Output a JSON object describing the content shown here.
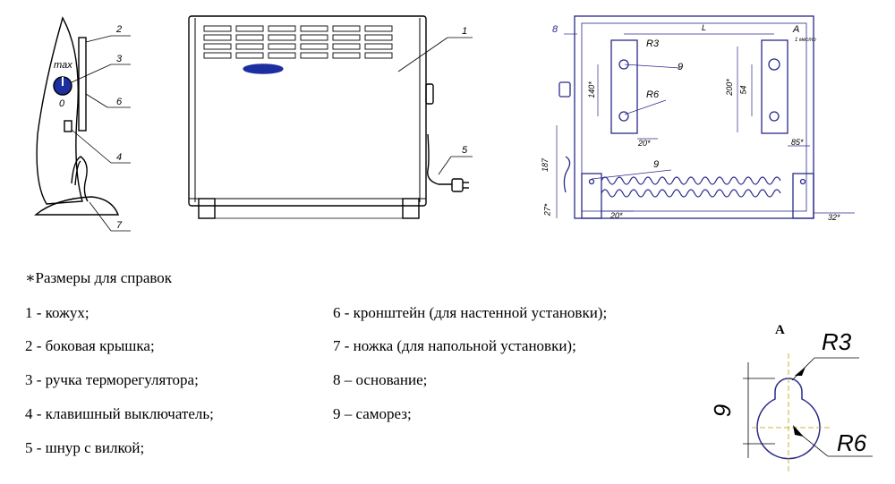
{
  "side_view": {
    "callouts": [
      "2",
      "3",
      "6",
      "4",
      "7"
    ],
    "knob_max": "max",
    "knob_zero": "0"
  },
  "front_view": {
    "callouts": [
      "1",
      "5"
    ]
  },
  "rear_view": {
    "callouts": [
      "8",
      "9",
      "9"
    ],
    "dims": {
      "L": "L",
      "r3": "R3",
      "r6": "R6",
      "d140": "140*",
      "d200": "200*",
      "d54": "54",
      "d20a": "20*",
      "d20b": "20*",
      "d85": "85*",
      "d187": "187",
      "d27": "27*",
      "d32": "32*",
      "a_mark": "A",
      "a_place": "1 место"
    }
  },
  "detail": {
    "label": "A",
    "r3": "R3",
    "r6": "R6",
    "nine": "9"
  },
  "legend": {
    "note": "∗Размеры для справок",
    "left": [
      "1 - кожух;",
      "2 - боковая крышка;",
      "3 - ручка терморегулятора;",
      "4 - клавишный выключатель;",
      "5 - шнур с вилкой;"
    ],
    "right": [
      "6 - кронштейн (для настенной установки);",
      "7 - ножка (для напольной установки);",
      "8 – основание;",
      "9 – саморез;"
    ]
  },
  "colors": {
    "ink": "#000000",
    "blueprint": "#2a2a8c",
    "knob": "#1d2fa0"
  }
}
